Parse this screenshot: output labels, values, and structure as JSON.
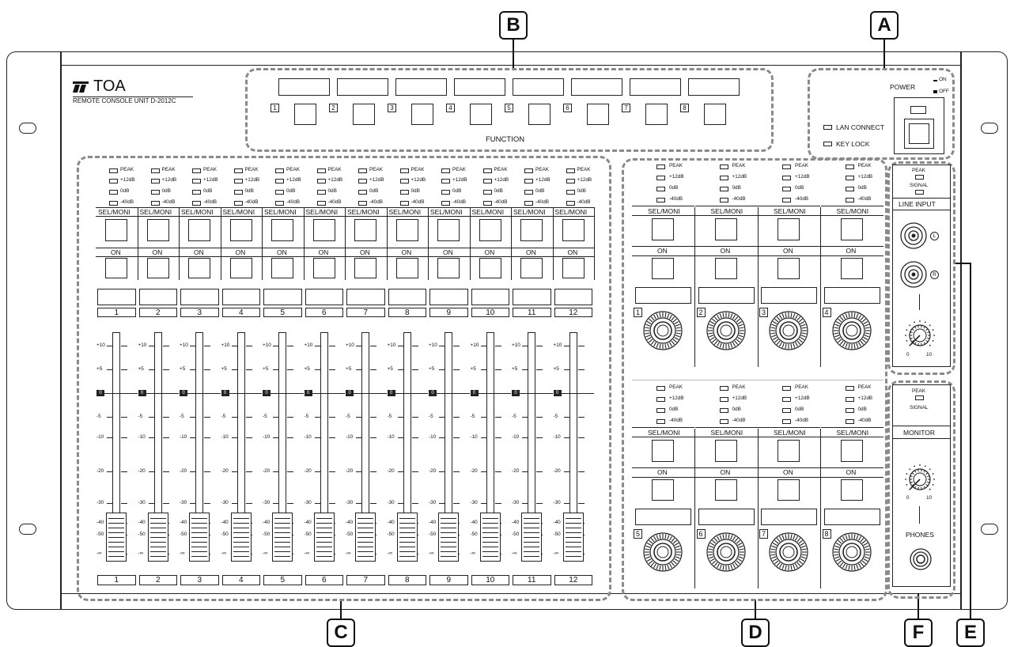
{
  "callouts": [
    "A",
    "B",
    "C",
    "D",
    "E",
    "F"
  ],
  "brand": {
    "name": "TOA",
    "model": "REMOTE CONSOLE UNIT D-2012C"
  },
  "function_section": {
    "keys": [
      "1",
      "2",
      "3",
      "4",
      "5",
      "6",
      "7",
      "8"
    ],
    "label": "FUNCTION"
  },
  "power_section": {
    "power_label": "POWER",
    "on_label": "ON",
    "off_label": "OFF",
    "lan_connect": "LAN CONNECT",
    "key_lock": "KEY LOCK"
  },
  "meter_labels": [
    "PEAK",
    "+12dB",
    "0dB",
    "-40dB"
  ],
  "sel_moni": "SEL/MONI",
  "on_label": "ON",
  "channels": [
    "1",
    "2",
    "3",
    "4",
    "5",
    "6",
    "7",
    "8",
    "9",
    "10",
    "11",
    "12"
  ],
  "fader_scale": [
    "+10",
    "+5",
    "0",
    "-5",
    "-10",
    "-20",
    "-30",
    "-40",
    "-50",
    "-∞"
  ],
  "dsp_channels": [
    "1",
    "2",
    "3",
    "4",
    "5",
    "6",
    "7",
    "8"
  ],
  "line_input": {
    "peak": "PEAK",
    "signal": "SIGNAL",
    "title": "LINE INPUT",
    "left": "L",
    "right": "R",
    "min": "0",
    "max": "10"
  },
  "monitor": {
    "peak": "PEAK",
    "signal": "SIGNAL",
    "title": "MONITOR",
    "phones": "PHONES",
    "min": "0",
    "max": "10"
  }
}
